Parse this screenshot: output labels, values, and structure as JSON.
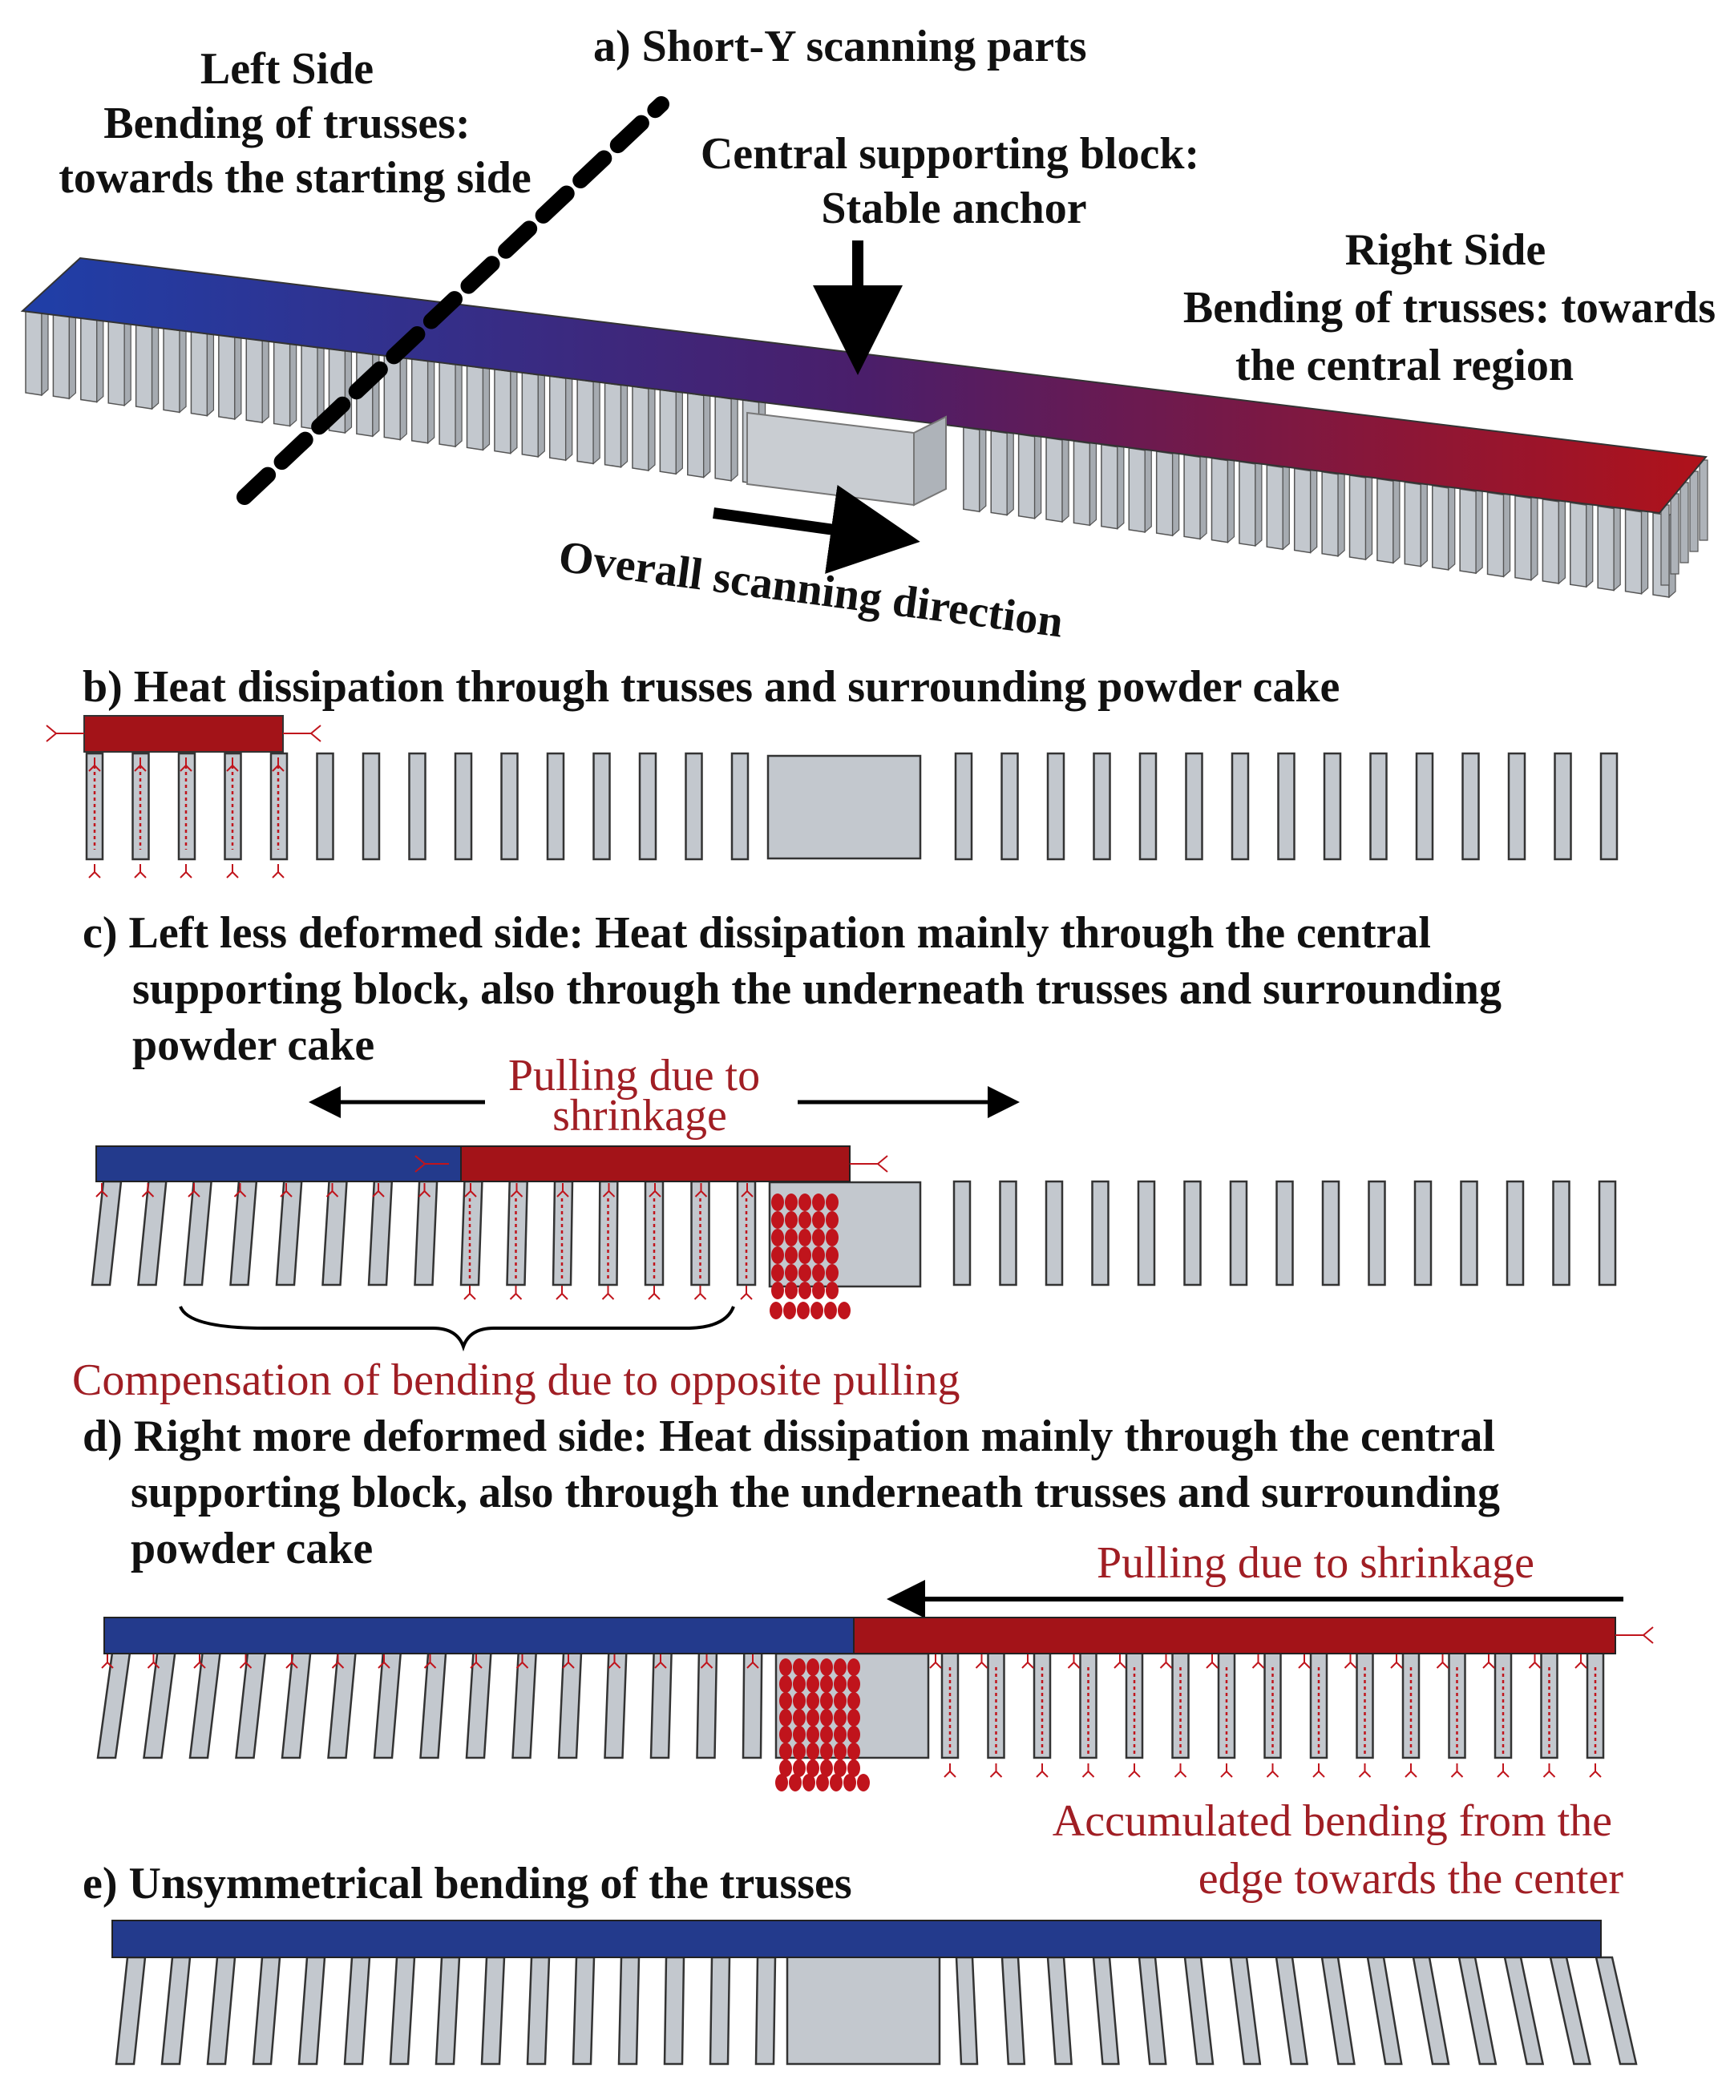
{
  "panel_a": {
    "title": "a) Short-Y scanning parts",
    "left_side": [
      "Left Side",
      "Bending of trusses:",
      "towards the starting side"
    ],
    "center_block": [
      "Central supporting block:",
      "Stable anchor"
    ],
    "right_side": [
      "Right Side",
      "Bending of trusses: towards",
      "the central region"
    ],
    "scan_direction": "Overall scanning direction"
  },
  "panel_b": {
    "title": "b) Heat dissipation through trusses and surrounding powder cake"
  },
  "panel_c": {
    "title": [
      "c) Left less deformed side: Heat dissipation mainly through the central",
      "supporting block, also through the underneath trusses and surrounding",
      "powder cake"
    ],
    "pulling": [
      "Pulling due to",
      "shrinkage"
    ],
    "compensation": "Compensation of bending due to opposite pulling"
  },
  "panel_d": {
    "title": [
      "d) Right more deformed side: Heat dissipation mainly through the central",
      "supporting block, also through the underneath trusses and surrounding",
      "powder cake"
    ],
    "pulling": "Pulling due to shrinkage",
    "accumulated": [
      "Accumulated bending from the",
      "edge towards the center"
    ]
  },
  "panel_e": {
    "title": "e) Unsymmetrical bending  of the trusses"
  },
  "colors": {
    "blue": "#233a8c",
    "red": "#a31318",
    "truss": "#c3c8ce",
    "heat": "#c0141c",
    "text_red": "#a01e24"
  }
}
